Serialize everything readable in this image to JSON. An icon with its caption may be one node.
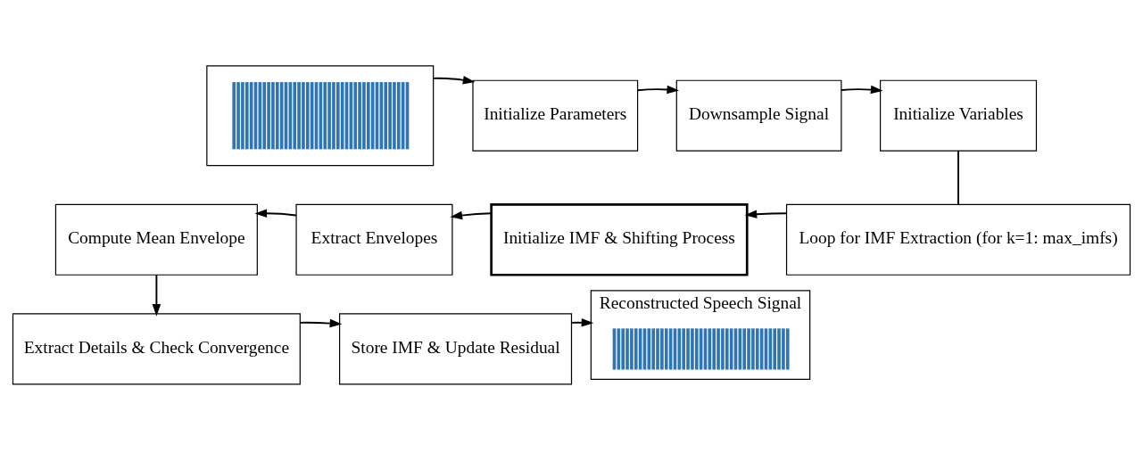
{
  "diagram": {
    "nodes": [
      {
        "text": [],
        "shape": "picture"
      },
      {
        "text": [
          "Initialize Parameters"
        ]
      },
      {
        "text": [
          "Downsample Signal"
        ]
      },
      {
        "text": [
          "Initialize Variables"
        ]
      },
      {
        "text": [
          "Loop for IMF Extraction (for k=1: max_imfs)"
        ]
      },
      {
        "text": [
          "Initialize IMF & Shifting Process"
        ]
      },
      {
        "text": [
          "Extract Envelopes"
        ]
      },
      {
        "text": [
          "Compute Mean Envelope"
        ]
      },
      {
        "text": [
          "Extract Details & Check Convergence"
        ]
      },
      {
        "text": [
          "Store IMF & Update Residual"
        ]
      },
      {
        "text": [
          "Reconstructed Speech Signal"
        ]
      },
      {
        "text": [],
        "shape": "picture",
        "in": 10
      }
    ],
    "edges": [
      {
        "from": 0,
        "to": 1,
        "arrow": "to"
      },
      {
        "from": 1,
        "to": 2,
        "arrow": "to"
      },
      {
        "from": 2,
        "to": 3,
        "arrow": "to"
      },
      {
        "from": 3,
        "to": 4,
        "arrow": "none"
      },
      {
        "from": 4,
        "to": 5,
        "arrow": "to"
      },
      {
        "from": 5,
        "to": 6,
        "arrow": "to"
      },
      {
        "from": 6,
        "to": 7,
        "arrow": "to"
      },
      {
        "from": 7,
        "to": 8,
        "arrow": "to"
      },
      {
        "from": 8,
        "to": 9,
        "arrow": "to"
      },
      {
        "from": 9,
        "to": 10,
        "arrow": "to"
      }
    ]
  }
}
